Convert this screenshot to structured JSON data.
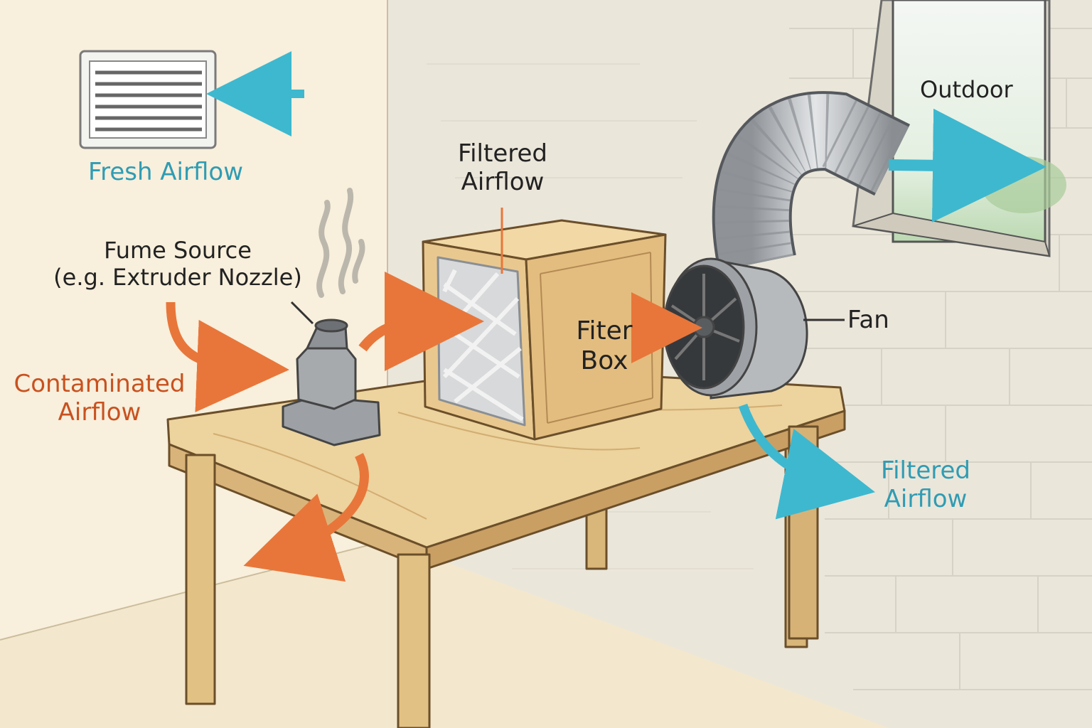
{
  "labels": {
    "fresh_airflow": "Fresh Airflow",
    "filtered_airflow_top_line1": "Filtered",
    "filtered_airflow_top_line2": "Airflow",
    "fume_source_line1": "Fume Source",
    "fume_source_line2": "(e.g. Extruder Nozzle)",
    "contaminated_line1": "Contaminated",
    "contaminated_line2": "Airflow",
    "filter_box_line1": "Fiter",
    "filter_box_line2": "Box",
    "fan": "Fan",
    "outdoor": "Outdoor",
    "filtered_airflow_right_line1": "Filtered",
    "filtered_airflow_right_line2": "Airflow"
  },
  "colors": {
    "fresh_air": "#3eb8cf",
    "contaminated_air": "#e8763a",
    "wood": "#e9c88f",
    "metal": "#b9bcbf",
    "wall": "#ebe5d8",
    "floor": "#f2e6cc"
  }
}
